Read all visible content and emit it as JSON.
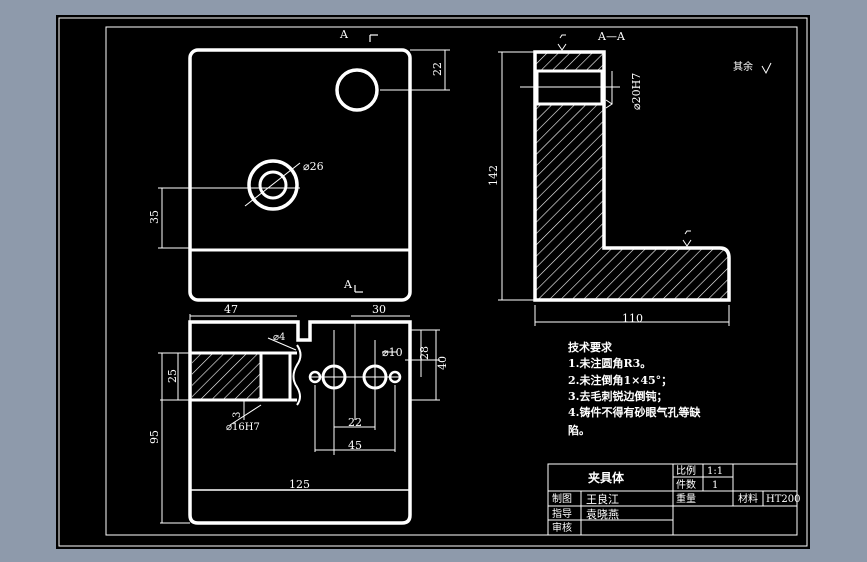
{
  "colors": {
    "background": "#8e9aab",
    "sheet": "#000000",
    "lines": "#ffffff"
  },
  "section": {
    "marker": "A",
    "title": "A—A"
  },
  "dimensions": {
    "front_top_offset": "22",
    "front_hole": "⌀26",
    "front_hole_height": "35",
    "side_bore": "⌀20H7",
    "side_height": "142",
    "side_length": "110",
    "top_left_width": "47",
    "top_right_width": "30",
    "top_small_hole": "⌀4",
    "top_hole": "⌀10",
    "top_step": "28",
    "top_height": "40",
    "top_left_height": "25",
    "top_bore": "⌀16H7",
    "top_small": "3",
    "top_spacing": "22",
    "top_span": "45",
    "top_depth": "95",
    "top_total": "125"
  },
  "surface_note": "其余",
  "tech_notes": [
    "技术要求",
    "1.未注圆角R3。",
    "2.未注倒角1×45°；",
    "3.去毛刺锐边倒钝；",
    "4.铸件不得有砂眼气孔等缺",
    "陷。"
  ],
  "title_block": {
    "part_name": "夹具体",
    "scale_label": "比例",
    "scale_value": "1:1",
    "qty_label": "件数",
    "qty_value": "1",
    "drawn_label": "制图",
    "drawn_name": "王良江",
    "guide_label": "指导",
    "guide_name": "袁晓燕",
    "review_label": "审核",
    "weight_label": "重量",
    "material_label": "材料",
    "material_value": "HT200"
  }
}
